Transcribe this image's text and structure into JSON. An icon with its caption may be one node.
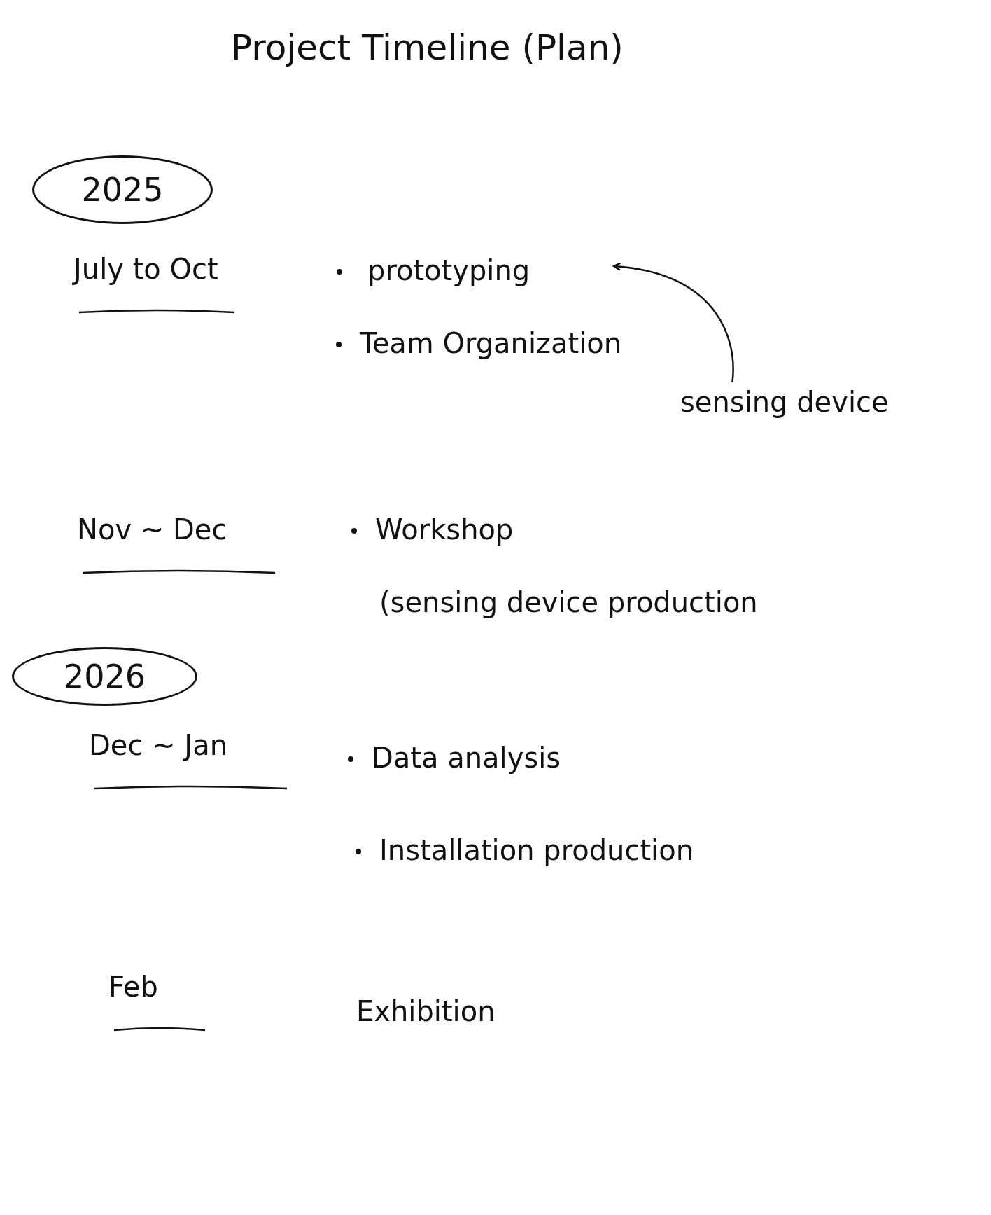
{
  "diagram": {
    "title": "Project Timeline (Plan)",
    "nodes": [
      {
        "text": [
          "2025"
        ]
      },
      {
        "text": [
          "2026"
        ]
      },
      {
        "text": [
          "prototyping"
        ]
      },
      {
        "text": [
          "sensing device"
        ]
      }
    ],
    "edges": [
      {
        "from": 3,
        "to": 2,
        "arrow": "to"
      }
    ],
    "labels": [
      "July to Oct",
      "Team Organization",
      "Nov ~ Dec",
      "Workshop",
      "(sensing device production",
      "Dec ~ Jan",
      "Data analysis",
      "Installation production",
      "Feb",
      "Exhibition"
    ]
  }
}
